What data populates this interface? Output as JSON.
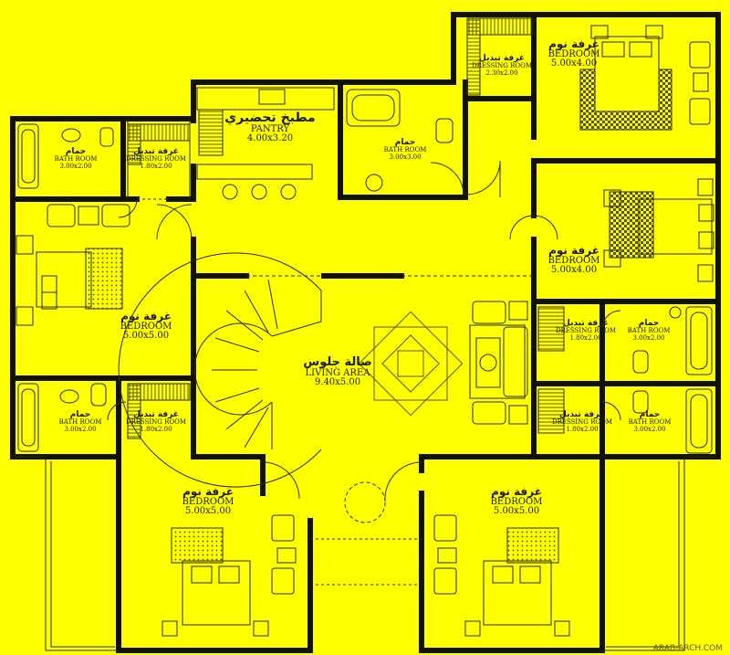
{
  "rooms": {
    "bath_tl": {
      "ar": "حمام",
      "en": "BATH ROOM",
      "dim": "3.00x2.00"
    },
    "dress_tl": {
      "ar": "غرفة تبديل",
      "en": "DRESSING ROOM",
      "dim": "1.80x2.00"
    },
    "pantry": {
      "ar": "مطبخ تحضيري",
      "en": "PANTRY",
      "dim": "4.00x3.20"
    },
    "bath_tc": {
      "ar": "حمام",
      "en": "BATH ROOM",
      "dim": "3.00x3.00"
    },
    "dress_tr": {
      "ar": "غرفة تبديل",
      "en": "DRESSING ROOM",
      "dim": "2.30x2.00"
    },
    "bed_tr": {
      "ar": "غرفة نوم",
      "en": "BEDROOM",
      "dim": "5.00x4.00"
    },
    "bed_l": {
      "ar": "غرفة نوم",
      "en": "BEDROOM",
      "dim": "5.00x5.00"
    },
    "bed_r": {
      "ar": "غرفة نوم",
      "en": "BEDROOM",
      "dim": "5.00x4.00"
    },
    "dress_mr": {
      "ar": "غرفة تبديل",
      "en": "DRESSING ROOM",
      "dim": "1.80x2.00"
    },
    "bath_mr": {
      "ar": "حمام",
      "en": "BATH ROOM",
      "dim": "3.00x2.00"
    },
    "living": {
      "ar": "صالة جلوس",
      "en": "LIVING AREA",
      "dim": "9.40x5.00"
    },
    "bath_bl": {
      "ar": "حمام",
      "en": "BATH ROOM",
      "dim": "3.00x2.00"
    },
    "dress_bl": {
      "ar": "غرفة تبديل",
      "en": "DRESSING ROOM",
      "dim": "1.80x2.00"
    },
    "dress_br": {
      "ar": "غرفة تبديل",
      "en": "DRESSING ROOM",
      "dim": "1.80x2.00"
    },
    "bath_br": {
      "ar": "حمام",
      "en": "BATH ROOM",
      "dim": "3.00x2.00"
    },
    "bed_bl": {
      "ar": "غرفة نوم",
      "en": "BEDROOM",
      "dim": "5.00x5.00"
    },
    "bed_br": {
      "ar": "غرفة نوم",
      "en": "BEDROOM",
      "dim": "5.00x5.00"
    }
  },
  "watermark": "ARAB-ARCH.COM",
  "colors": {
    "background": "#ffff00",
    "wall": "#111100",
    "line": "#2a2a00",
    "hatch": "#6b6b00"
  }
}
